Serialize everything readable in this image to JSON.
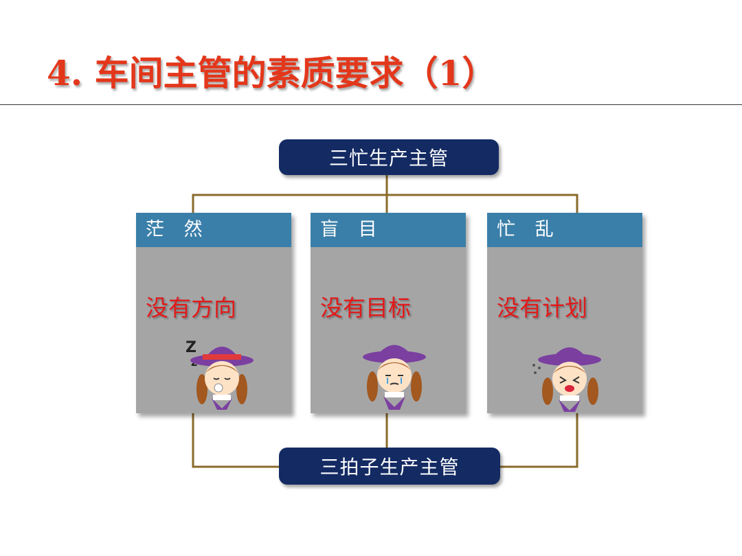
{
  "title": "4. 车间主管的素质要求（1）",
  "top_box": {
    "label": "三忙生产主管"
  },
  "bottom_box": {
    "label": "三拍子生产主管"
  },
  "cards": [
    {
      "header": "茫 然",
      "text": "没有方向",
      "icon": "sleepy-girl-icon"
    },
    {
      "header": "盲 目",
      "text": "没有目标",
      "icon": "crying-girl-icon"
    },
    {
      "header": "忙 乱",
      "text": "没有计划",
      "icon": "frustrated-girl-icon"
    }
  ],
  "colors": {
    "title": "#e3371b",
    "pill_bg": "#132a63",
    "card_header": "#3a7fa9",
    "card_body": "#a5a5a6",
    "card_text": "#e01a1a",
    "connector": "#8a6a2a"
  }
}
